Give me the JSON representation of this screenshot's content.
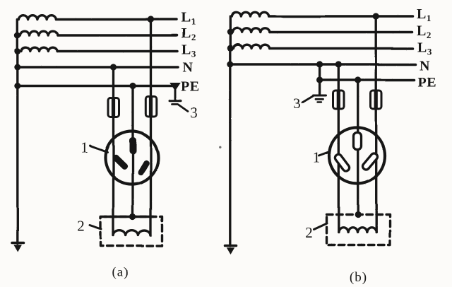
{
  "page": {
    "background": "#fcfbf9",
    "ink": "#171513",
    "kind": "scanned-circuit-diagram"
  },
  "figure": {
    "description": "Two wiring diagrams of a three-phase four/five-wire supply feeding a single-phase socket (1) and an appliance (2) with protective earthing (3)",
    "panels": {
      "a": {
        "caption": "(a)",
        "bus": [
          {
            "base": "L",
            "sub": "1"
          },
          {
            "base": "L",
            "sub": "2"
          },
          {
            "base": "L",
            "sub": "3"
          },
          {
            "base": "N",
            "sub": ""
          },
          {
            "base": "PE",
            "sub": ""
          }
        ],
        "callouts": {
          "socket": "1",
          "appliance": "2",
          "earth": "3"
        }
      },
      "b": {
        "caption": "(b)",
        "bus": [
          {
            "base": "L",
            "sub": "1"
          },
          {
            "base": "L",
            "sub": "2"
          },
          {
            "base": "L",
            "sub": "3"
          },
          {
            "base": "N",
            "sub": ""
          },
          {
            "base": "PE",
            "sub": ""
          }
        ],
        "callouts": {
          "socket": "1",
          "appliance": "2",
          "earth": "3"
        }
      }
    }
  }
}
